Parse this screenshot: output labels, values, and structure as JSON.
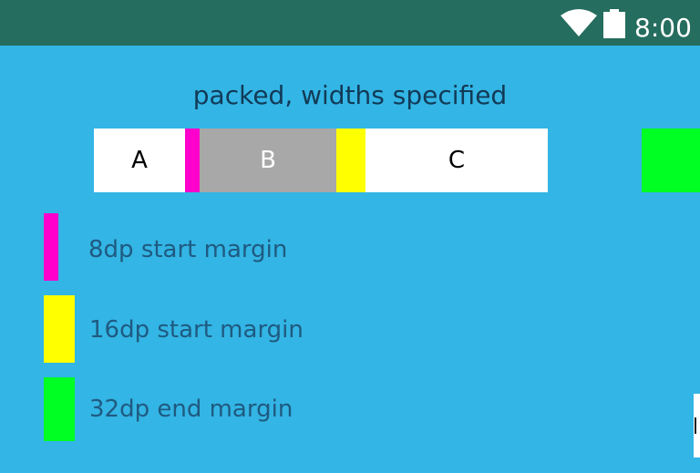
{
  "status_bar": {
    "time": "8:00",
    "icons": [
      "wifi-icon",
      "battery-icon"
    ]
  },
  "heading": "packed, widths specified",
  "chain": {
    "boxes": [
      {
        "label": "A",
        "color": "#FFFFFF"
      },
      {
        "label": "B",
        "color": "#A8A8A8"
      },
      {
        "label": "C",
        "color": "#FFFFFF"
      }
    ]
  },
  "legend": [
    {
      "label": "8dp start margin",
      "color": "#FF00CC"
    },
    {
      "label": "16dp start margin",
      "color": "#FFFF00"
    },
    {
      "label": "32dp end margin",
      "color": "#00FF22"
    }
  ],
  "colors": {
    "background": "#33B5E5",
    "status_bar": "#256D5E"
  }
}
